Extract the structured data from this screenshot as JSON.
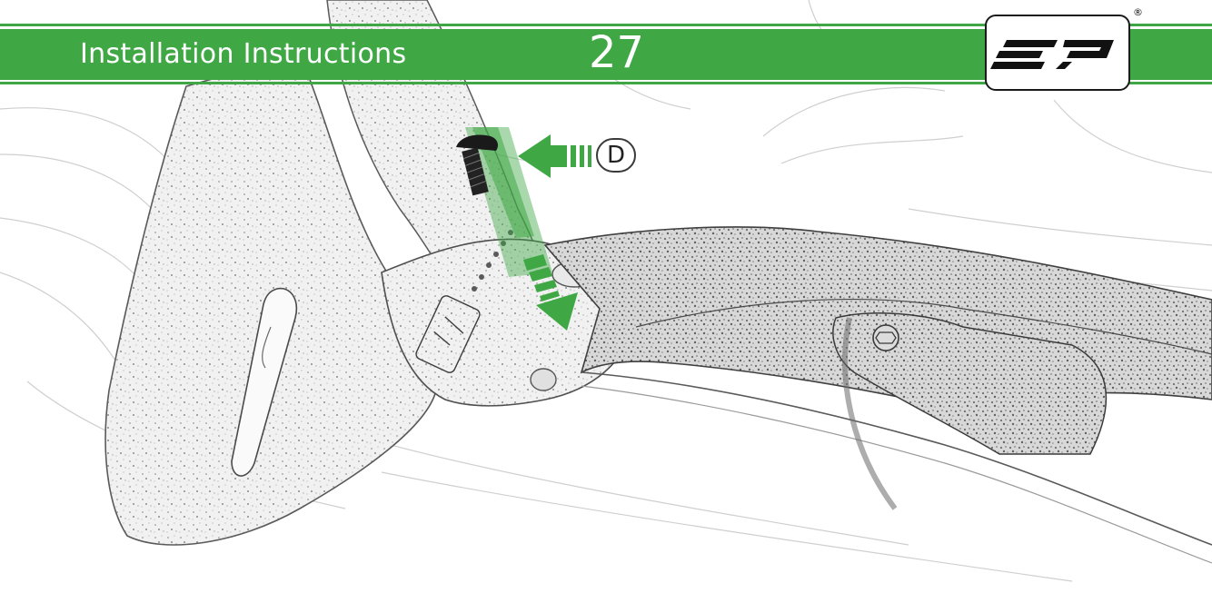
{
  "header": {
    "title": "Installation Instructions",
    "page_number": "27"
  },
  "logo": {
    "brand_mark": "EP",
    "registered_symbol": "®"
  },
  "callout": {
    "label": "D"
  },
  "colors": {
    "accent_green": "#3fa845",
    "line_art": "#555555",
    "screw_dark": "#1a1a1a"
  },
  "icons": {
    "arrow_left": "arrow-left-icon",
    "arrow_down": "arrow-down-icon",
    "screw": "screw-icon"
  }
}
